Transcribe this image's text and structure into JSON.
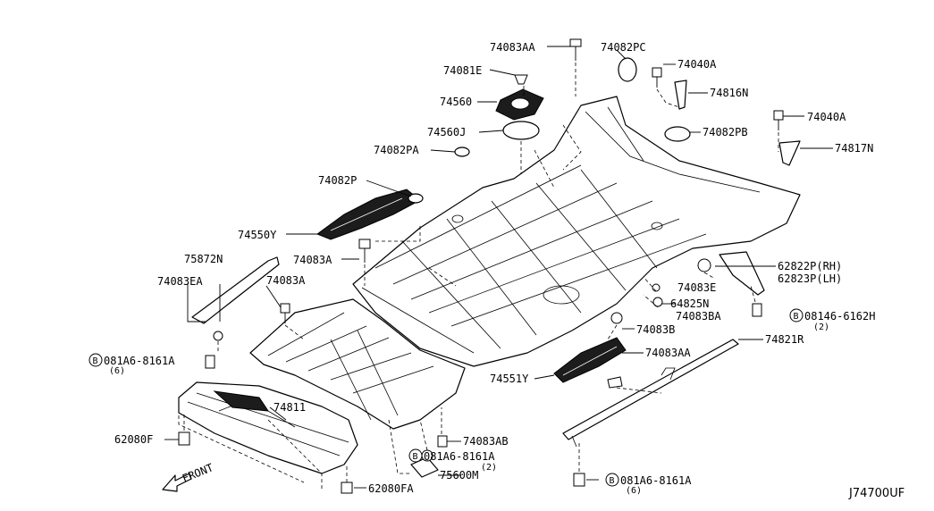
{
  "labels": {
    "l_74083AA_top": "74083AA",
    "l_74082PC": "74082PC",
    "l_74081E": "74081E",
    "l_74040A_1": "74040A",
    "l_74816N": "74816N",
    "l_74560": "74560",
    "l_74560J": "74560J",
    "l_74040A_2": "74040A",
    "l_74082PB": "74082PB",
    "l_74082PA": "74082PA",
    "l_74817N": "74817N",
    "l_74082P": "74082P",
    "l_74550Y": "74550Y",
    "l_75872N": "75872N",
    "l_74083A_1": "74083A",
    "l_74083EA": "74083EA",
    "l_74083A_2": "74083A",
    "l_62822P": "62822P(RH)",
    "l_62823P": "62823P(LH)",
    "l_74083E": "74083E",
    "l_64825N": "64825N",
    "l_74083BA": "74083BA",
    "l_08146": "08146-6162H",
    "l_08146_qty": "(2)",
    "l_74083B": "74083B",
    "l_74821R": "74821R",
    "l_081A6_left": "081A6-8161A",
    "l_081A6_left_qty": "(6)",
    "l_74083AA_bot": "74083AA",
    "l_74551Y": "74551Y",
    "l_74811": "74811",
    "l_62080F": "62080F",
    "l_74083AB": "74083AB",
    "l_081A6_mid": "081A6-8161A",
    "l_081A6_mid_qty": "(2)",
    "l_FRONT": "FRONT",
    "l_75600M": "75600M",
    "l_081A6_right": "081A6-8161A",
    "l_081A6_right_qty": "(6)",
    "l_62080FA": "62080FA",
    "code": "J74700UF"
  },
  "bolt_symbol": "B"
}
